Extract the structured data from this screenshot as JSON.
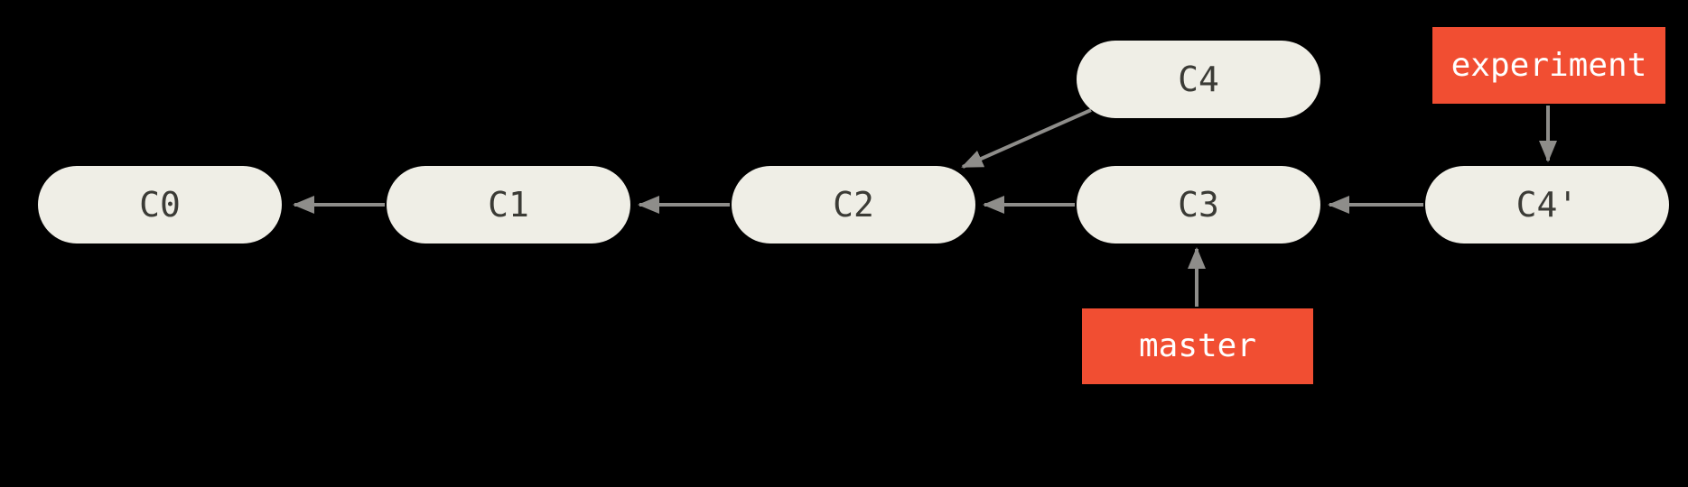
{
  "colors": {
    "background": "#000000",
    "node_fill": "#efeee6",
    "node_text": "#3b3b36",
    "branch_fill": "#f14e32",
    "branch_text": "#ffffff",
    "arrow": "#8e8d8a"
  },
  "commits": [
    {
      "id": "c0",
      "label": "C0"
    },
    {
      "id": "c1",
      "label": "C1"
    },
    {
      "id": "c2",
      "label": "C2"
    },
    {
      "id": "c3",
      "label": "C3"
    },
    {
      "id": "c4",
      "label": "C4"
    },
    {
      "id": "c4-prime",
      "label": "C4'"
    }
  ],
  "branches": [
    {
      "id": "experiment",
      "label": "experiment"
    },
    {
      "id": "master",
      "label": "master"
    }
  ],
  "edges": [
    {
      "from": "C1",
      "to": "C0"
    },
    {
      "from": "C2",
      "to": "C1"
    },
    {
      "from": "C3",
      "to": "C2"
    },
    {
      "from": "C4",
      "to": "C2"
    },
    {
      "from": "C4'",
      "to": "C3"
    },
    {
      "from": "experiment",
      "to": "C4'"
    },
    {
      "from": "master",
      "to": "C3"
    }
  ]
}
